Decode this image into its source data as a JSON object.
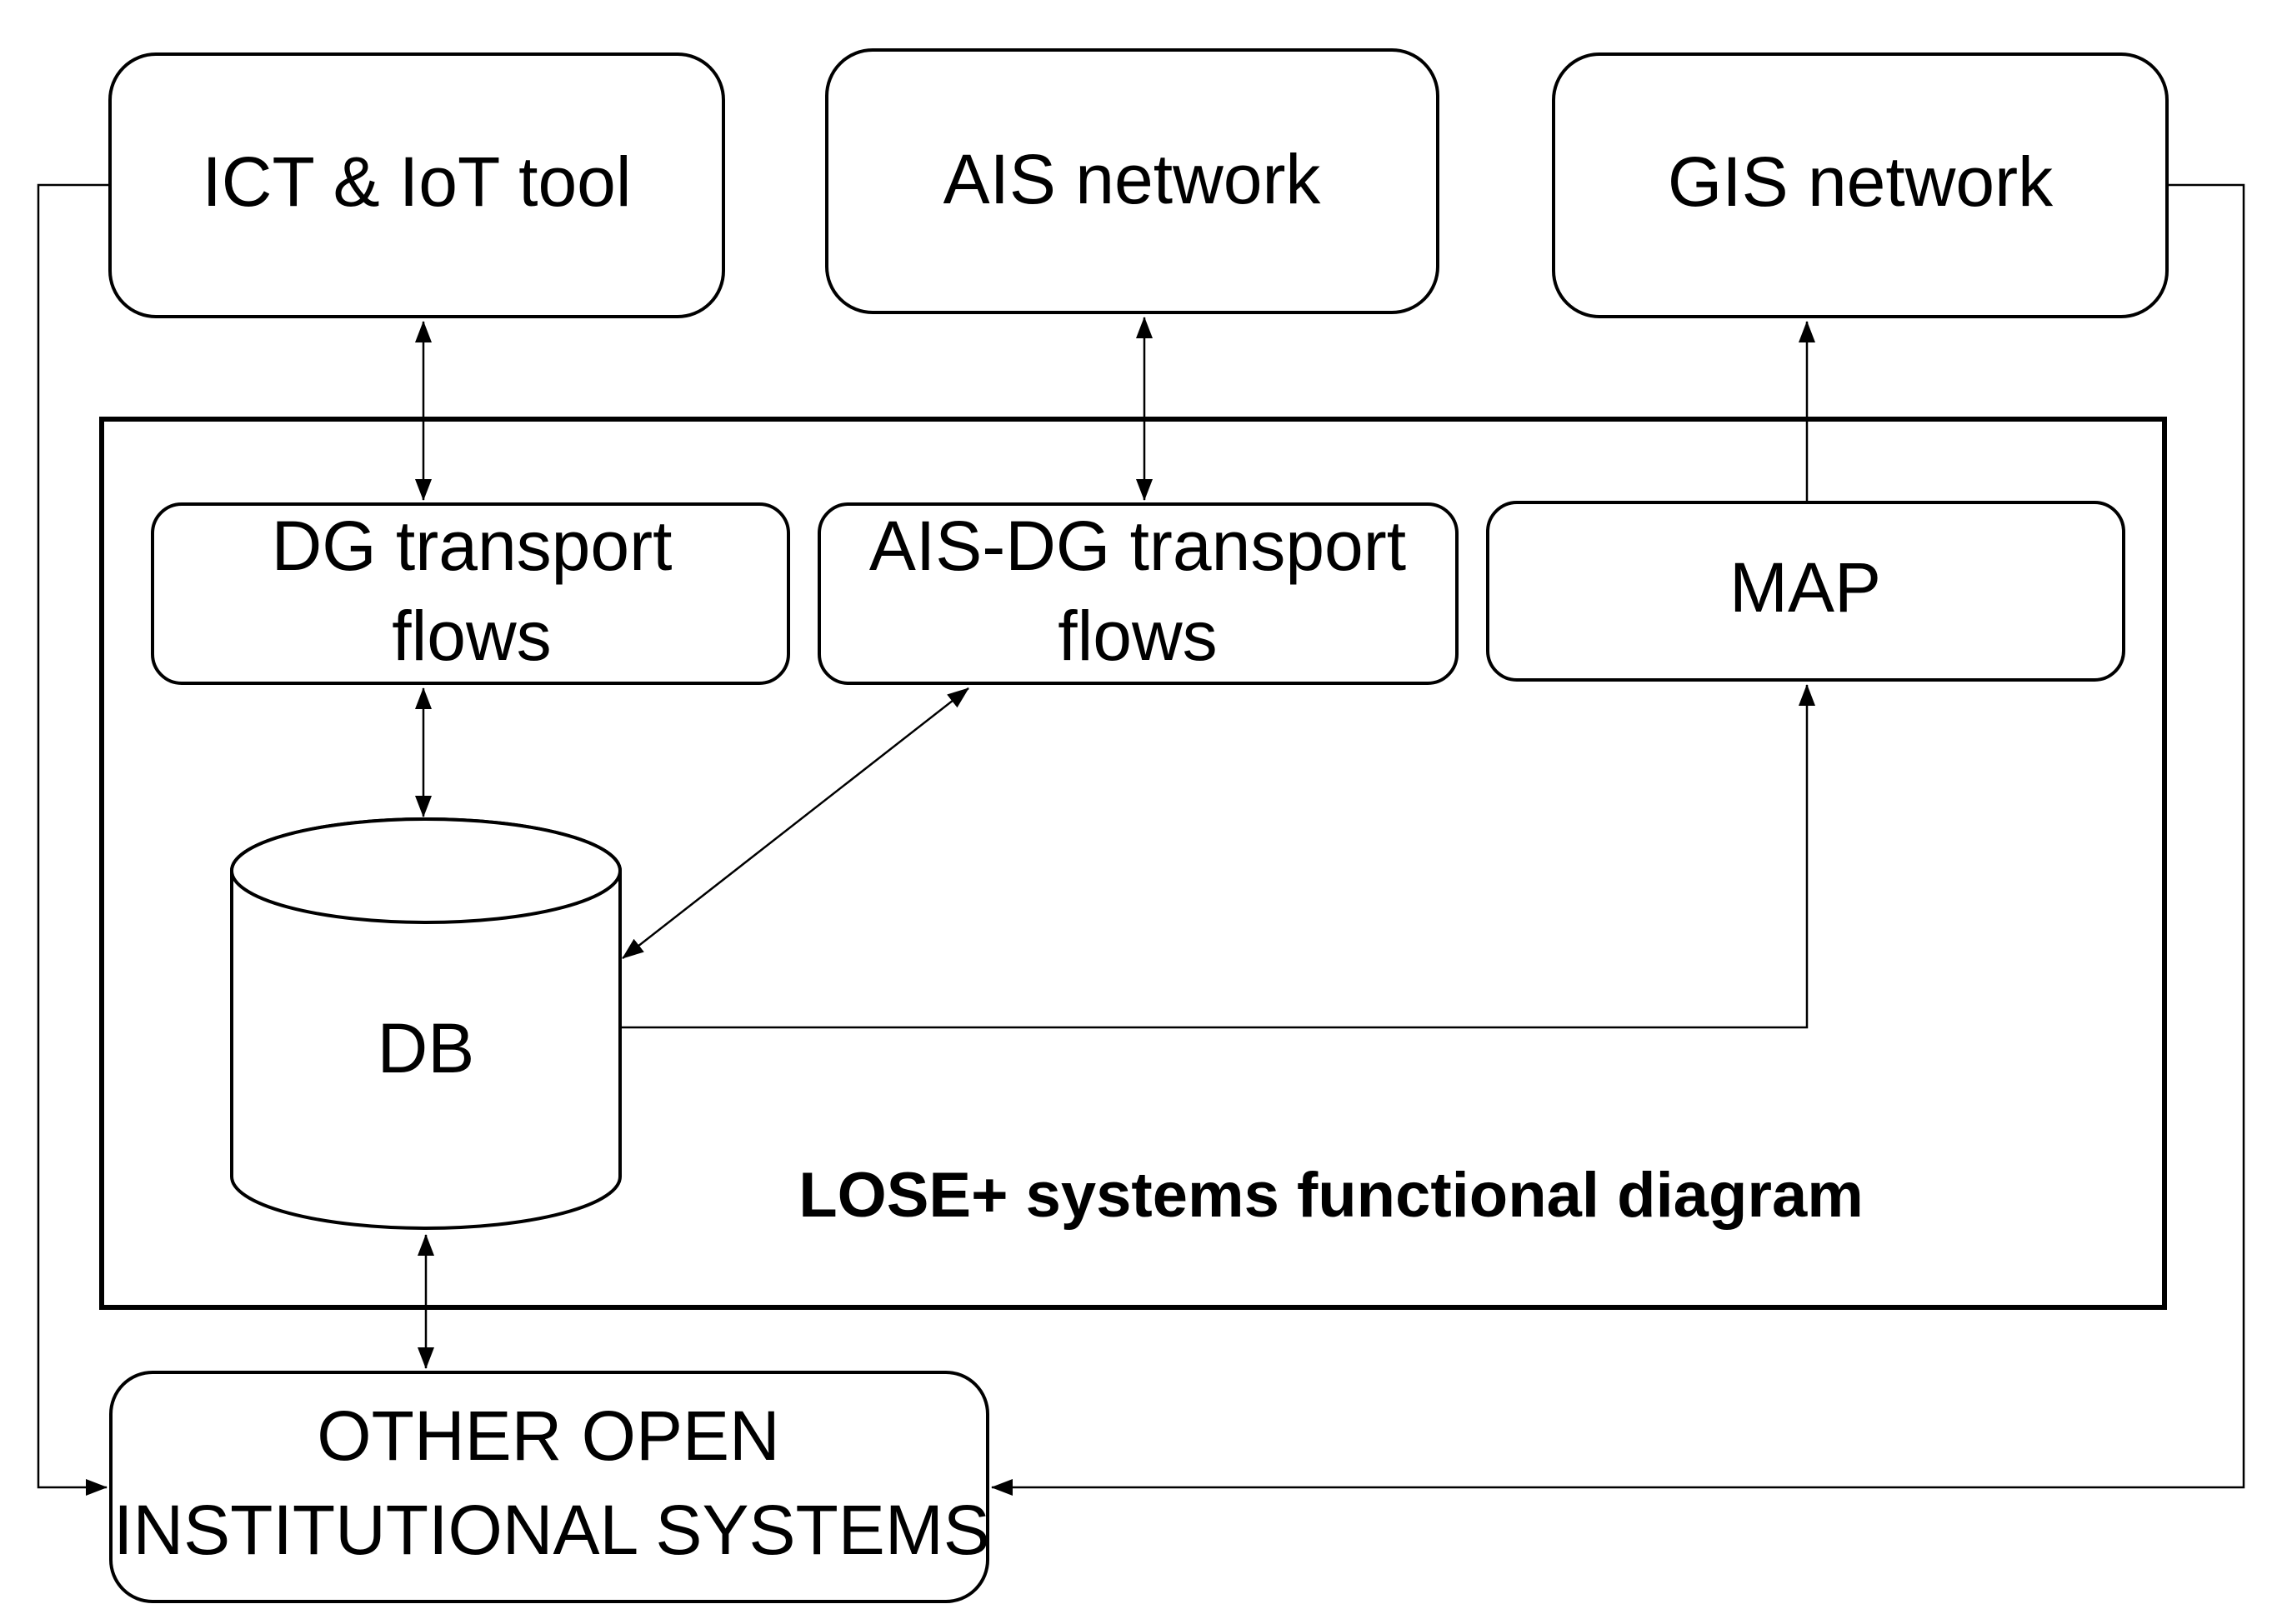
{
  "diagram": {
    "title": "LOSE+ systems functional diagram",
    "nodes": {
      "ict_iot": {
        "label": "ICT & IoT tool"
      },
      "ais_network": {
        "label": "AIS network"
      },
      "gis_network": {
        "label": "GIS network"
      },
      "dg_flows": {
        "line1": "DG transport",
        "line2": "flows"
      },
      "ais_dg_flows": {
        "line1": "AIS-DG transport",
        "line2": "flows"
      },
      "map": {
        "label": "MAP"
      },
      "db": {
        "label": "DB"
      },
      "other_systems": {
        "line1": "OTHER OPEN",
        "line2": "INSTITUTIONAL SYSTEMS"
      }
    },
    "edges": [
      {
        "from": "ict_iot",
        "to": "dg_flows",
        "direction": "both"
      },
      {
        "from": "ais_network",
        "to": "ais_dg_flows",
        "direction": "both"
      },
      {
        "from": "map",
        "to": "gis_network",
        "direction": "forward"
      },
      {
        "from": "dg_flows",
        "to": "db",
        "direction": "both"
      },
      {
        "from": "db",
        "to": "ais_dg_flows",
        "direction": "both"
      },
      {
        "from": "db",
        "to": "map",
        "direction": "forward"
      },
      {
        "from": "db",
        "to": "other_systems",
        "direction": "both"
      },
      {
        "from": "ict_iot",
        "to": "other_systems",
        "direction": "forward"
      },
      {
        "from": "gis_network",
        "to": "other_systems",
        "direction": "forward"
      }
    ]
  }
}
